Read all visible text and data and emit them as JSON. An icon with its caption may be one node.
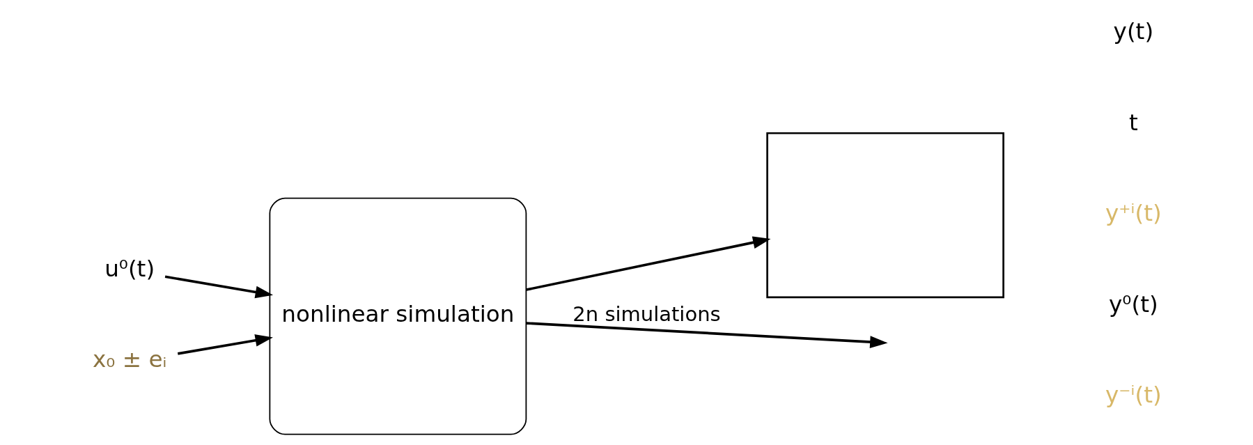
{
  "diagram": {
    "nodes": [
      {
        "text": [
          "u⁰(t)"
        ]
      },
      {
        "text": [
          "x₀ ± eᵢ"
        ]
      },
      {
        "text": [
          "nonlinear simulation"
        ]
      },
      {
        "text": [],
        "shape": "box"
      }
    ],
    "edges": [
      {
        "from": 0,
        "to": 2,
        "arrow": "to"
      },
      {
        "from": 1,
        "to": 2,
        "arrow": "to"
      },
      {
        "from": 2,
        "to": 3,
        "arrow": "to"
      },
      {
        "from": 2,
        "to": null,
        "arrow": "to",
        "label": "2n simulations"
      }
    ],
    "labels": [
      "y(t)",
      "t"
    ],
    "legend": [
      {
        "text": "y⁺ⁱ(t)",
        "color": "#d8b868"
      },
      {
        "text": "y⁰(t)",
        "color": "#000000"
      },
      {
        "text": "y⁻ⁱ(t)",
        "color": "#d8b868"
      }
    ]
  }
}
